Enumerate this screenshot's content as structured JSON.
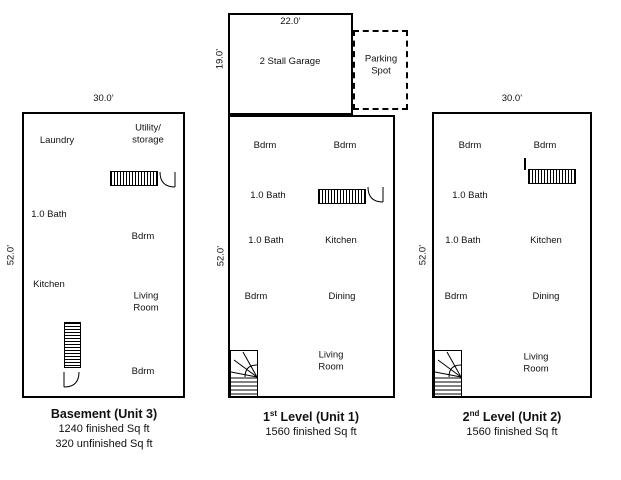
{
  "basement": {
    "top_dim": "30.0’",
    "side_dim": "52.0’",
    "rooms": {
      "laundry": "Laundry",
      "utility": "Utility/\nstorage",
      "bath": "1.0 Bath",
      "bdrm_mid": "Bdrm",
      "kitchen": "Kitchen",
      "living": "Living\nRoom",
      "bdrm_bottom": "Bdrm"
    },
    "caption": {
      "title": "Basement (Unit 3)",
      "line1": "1240 finished Sq ft",
      "line2": "320 unfinished Sq ft"
    }
  },
  "level1": {
    "garage": {
      "top_dim": "22.0’",
      "side_dim": "19.0’",
      "label": "2 Stall Garage"
    },
    "parking_label": "Parking\nSpot",
    "side_dim": "52.0’",
    "rooms": {
      "bdrm_left": "Bdrm",
      "bdrm_right": "Bdrm",
      "bath_upper": "1.0 Bath",
      "bath_lower": "1.0 Bath",
      "kitchen": "Kitchen",
      "bdrm_mid": "Bdrm",
      "dining": "Dining",
      "living": "Living\nRoom"
    },
    "caption": {
      "num": "1",
      "ord": "st",
      "rest": " Level (Unit 1)",
      "line1": "1560 finished Sq ft"
    }
  },
  "level2": {
    "top_dim": "30.0’",
    "side_dim": "52.0’",
    "rooms": {
      "bdrm_left": "Bdrm",
      "bdrm_right": "Bdrm",
      "bath_upper": "1.0 Bath",
      "bath_lower": "1.0 Bath",
      "kitchen": "Kitchen",
      "bdrm_mid": "Bdrm",
      "dining": "Dining",
      "living": "Living\nRoom"
    },
    "caption": {
      "num": "2",
      "ord": "nd",
      "rest": " Level (Unit 2)",
      "line1": "1560 finished Sq ft"
    }
  }
}
